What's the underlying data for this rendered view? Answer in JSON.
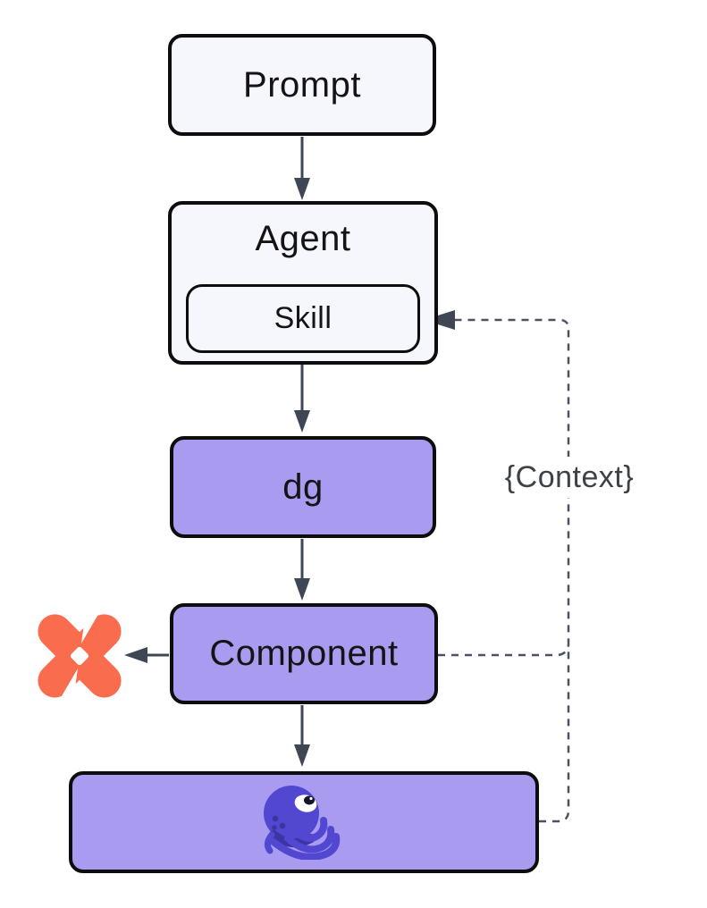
{
  "diagram": {
    "nodes": {
      "prompt": {
        "label": "Prompt"
      },
      "agent": {
        "label": "Agent"
      },
      "skill": {
        "label": "Skill"
      },
      "dg": {
        "label": "dg"
      },
      "component": {
        "label": "Component"
      },
      "octopus_box": {
        "label": ""
      }
    },
    "context_annotation": "{Context}",
    "icons": {
      "orange_x": "orange-x-pinwheel-logo",
      "octopus": "purple-octopus-logo"
    },
    "colors": {
      "purple_node_fill": "#a89bf0",
      "light_node_fill": "#f6f6fd",
      "node_border": "#0d0d0d",
      "arrow": "#3f4754",
      "dashed_line": "#4a5364",
      "orange_logo": "#fa6c4e",
      "octopus_primary": "#5247d1",
      "octopus_shadow": "#3d34a3",
      "annotation_text": "#3d4148"
    }
  }
}
